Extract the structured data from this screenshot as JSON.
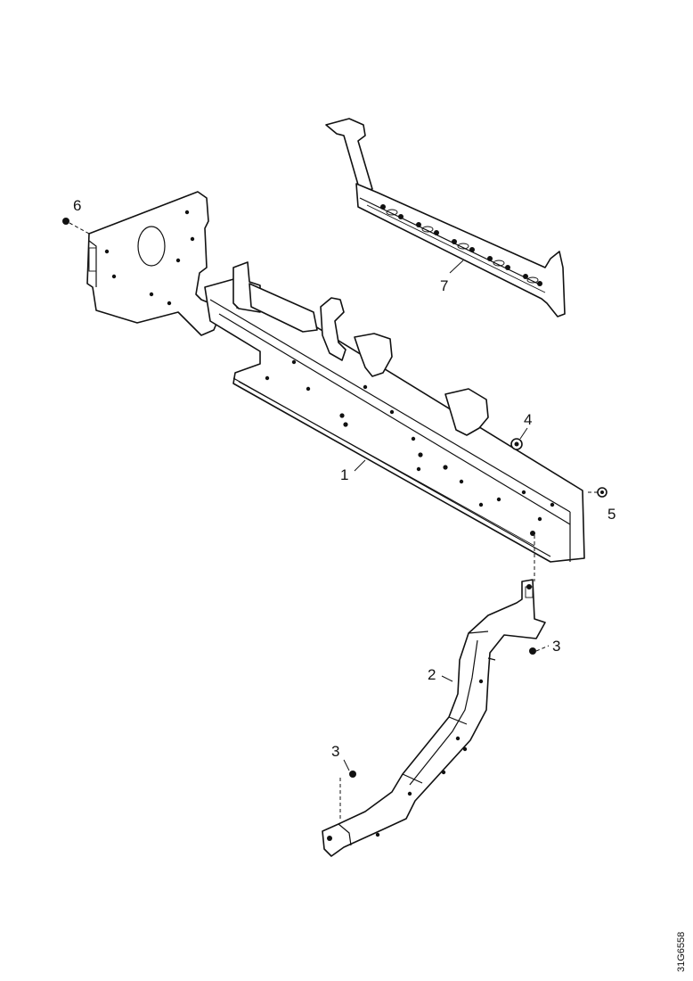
{
  "callouts": {
    "c1": "1",
    "c2": "2",
    "c3a": "3",
    "c3b": "3",
    "c4": "4",
    "c5": "5",
    "c6": "6",
    "c7": "7"
  },
  "document_number": "31G6558"
}
